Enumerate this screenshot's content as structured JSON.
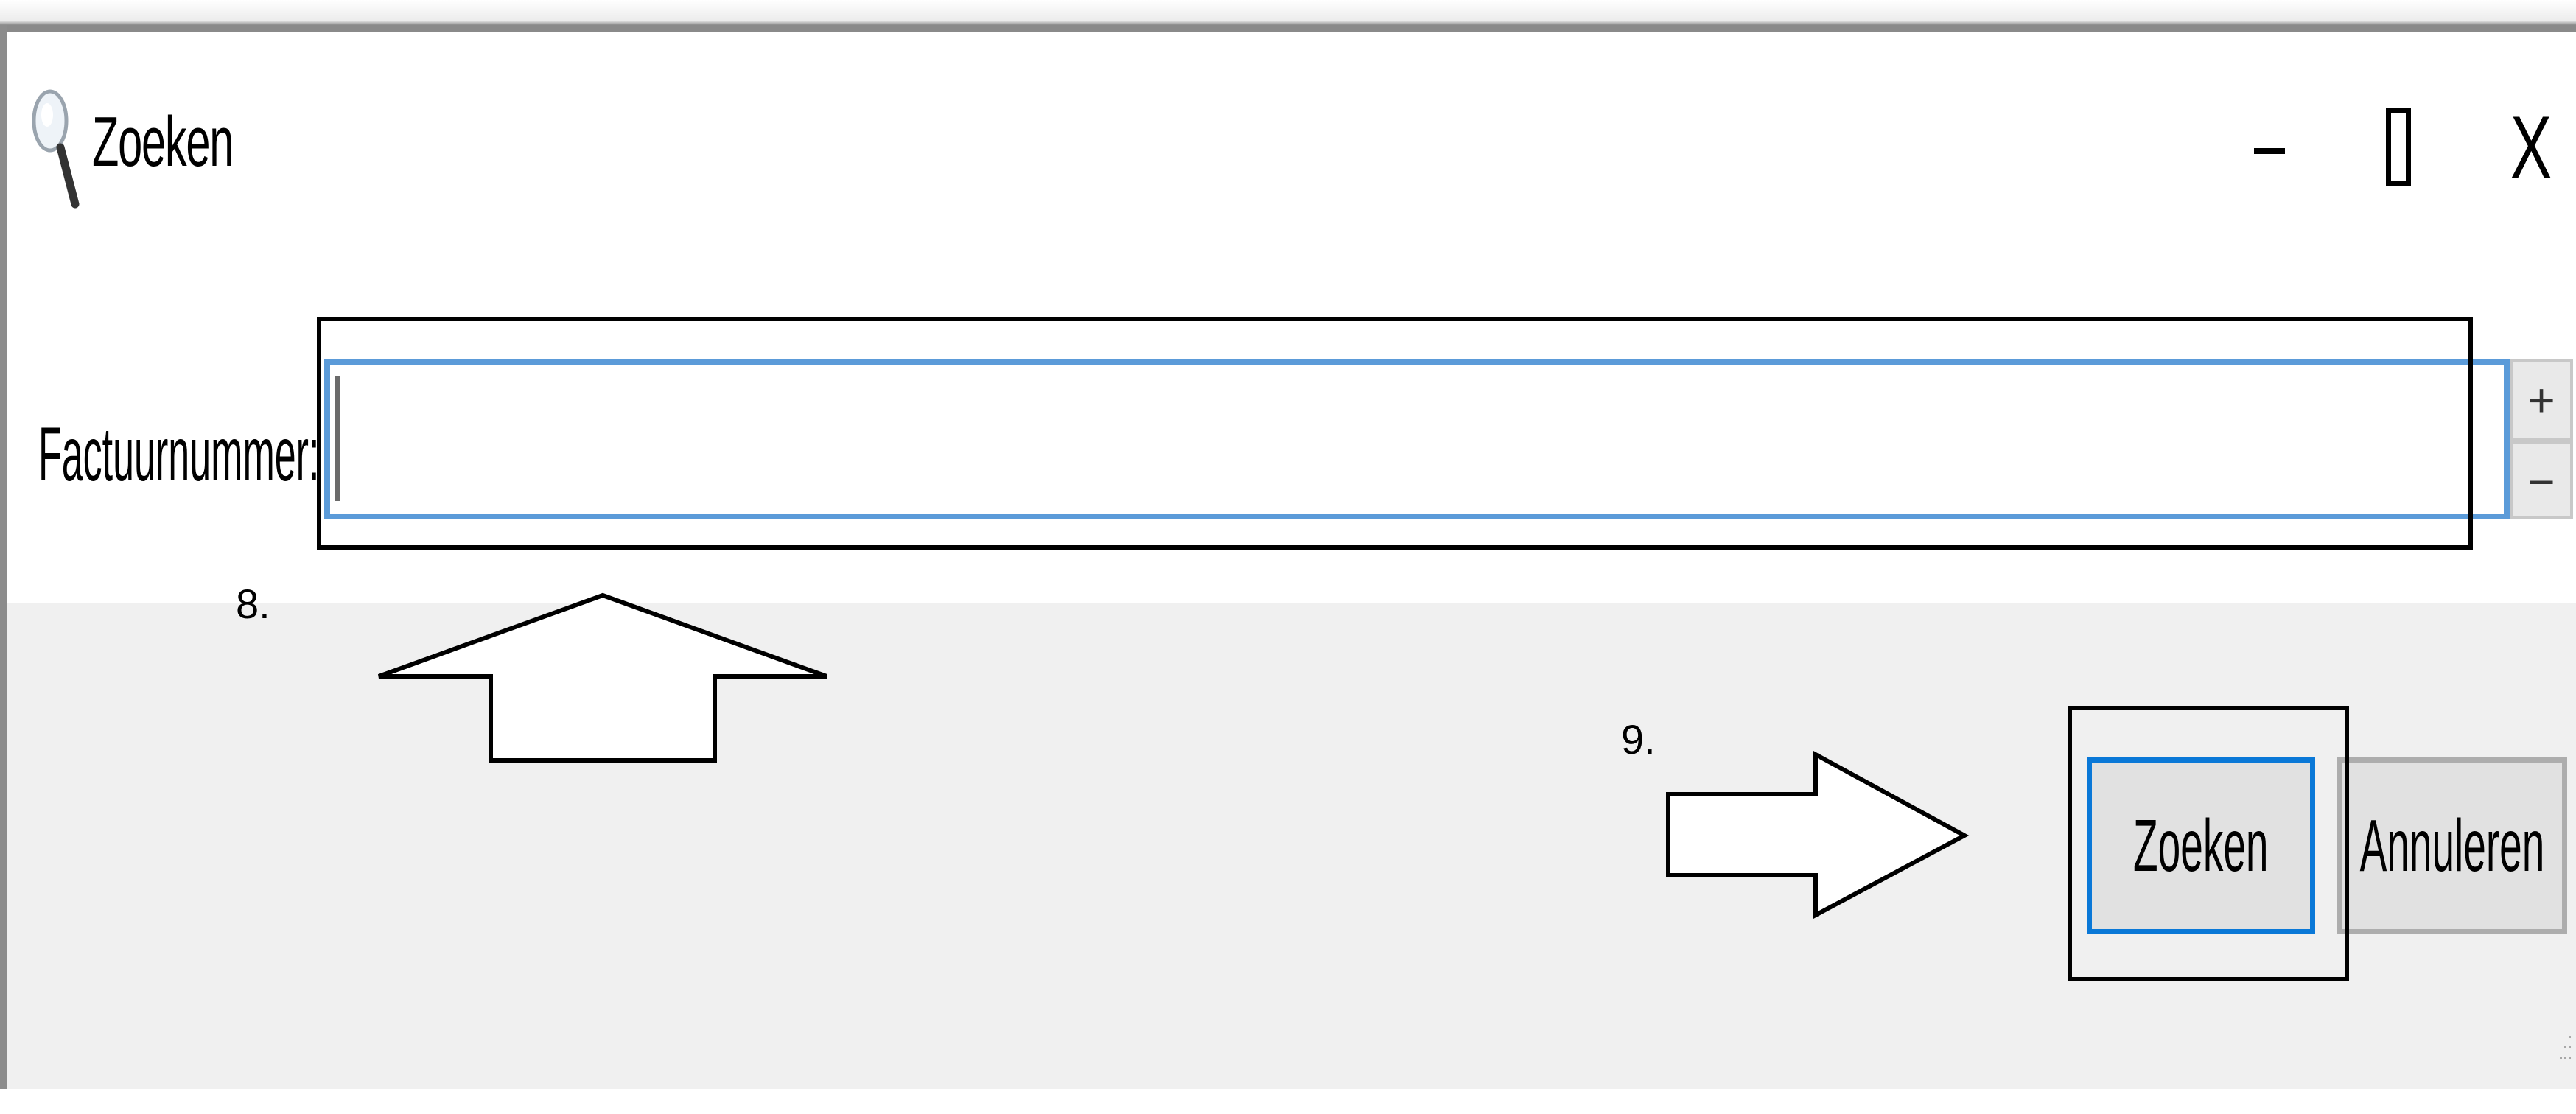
{
  "window": {
    "title": "Zoeken",
    "icon": "magnifier-icon",
    "controls": {
      "minimize_icon": "minimize-icon",
      "maximize_icon": "maximize-icon",
      "close_label": "X"
    }
  },
  "form": {
    "invoice_label": "Factuurnummer:",
    "invoice_value": "",
    "spin_up": "+",
    "spin_down": "−"
  },
  "buttons": {
    "search": "Zoeken",
    "cancel": "Annuleren"
  },
  "annotations": {
    "step_8": "8.",
    "step_9": "9."
  },
  "colors": {
    "focus_border": "#5b9bd9",
    "default_button_border": "#0a78d7",
    "dialog_background": "#f0f0f0"
  }
}
